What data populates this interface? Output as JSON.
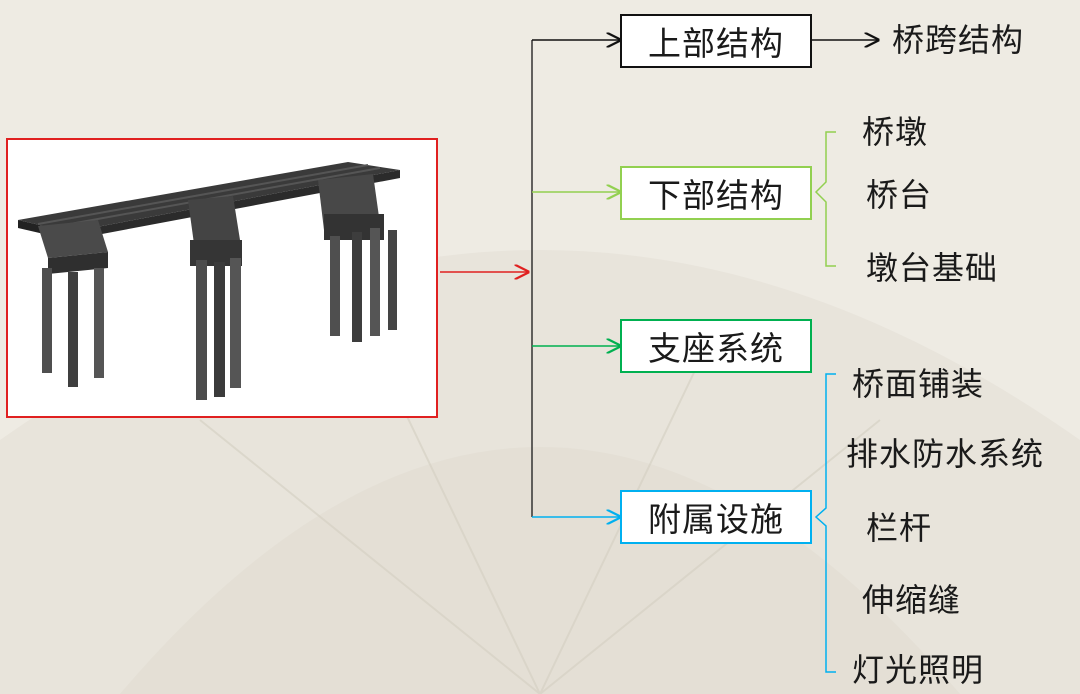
{
  "categories": [
    {
      "id": "upper",
      "label": "上部结构",
      "color": "#111111",
      "children": [
        "桥跨结构"
      ]
    },
    {
      "id": "lower",
      "label": "下部结构",
      "color": "#92d050",
      "children": [
        "桥墩",
        "桥台",
        "墩台基础"
      ]
    },
    {
      "id": "bearing",
      "label": "支座系统",
      "color": "#00b050",
      "children": []
    },
    {
      "id": "accessory",
      "label": "附属设施",
      "color": "#00b0f0",
      "children": [
        "桥面铺装",
        "排水防水系统",
        "栏杆",
        "伸缩缝",
        "灯光照明"
      ]
    }
  ],
  "image": {
    "description_icon": "bridge-3d-model",
    "border_color": "#e02020"
  }
}
